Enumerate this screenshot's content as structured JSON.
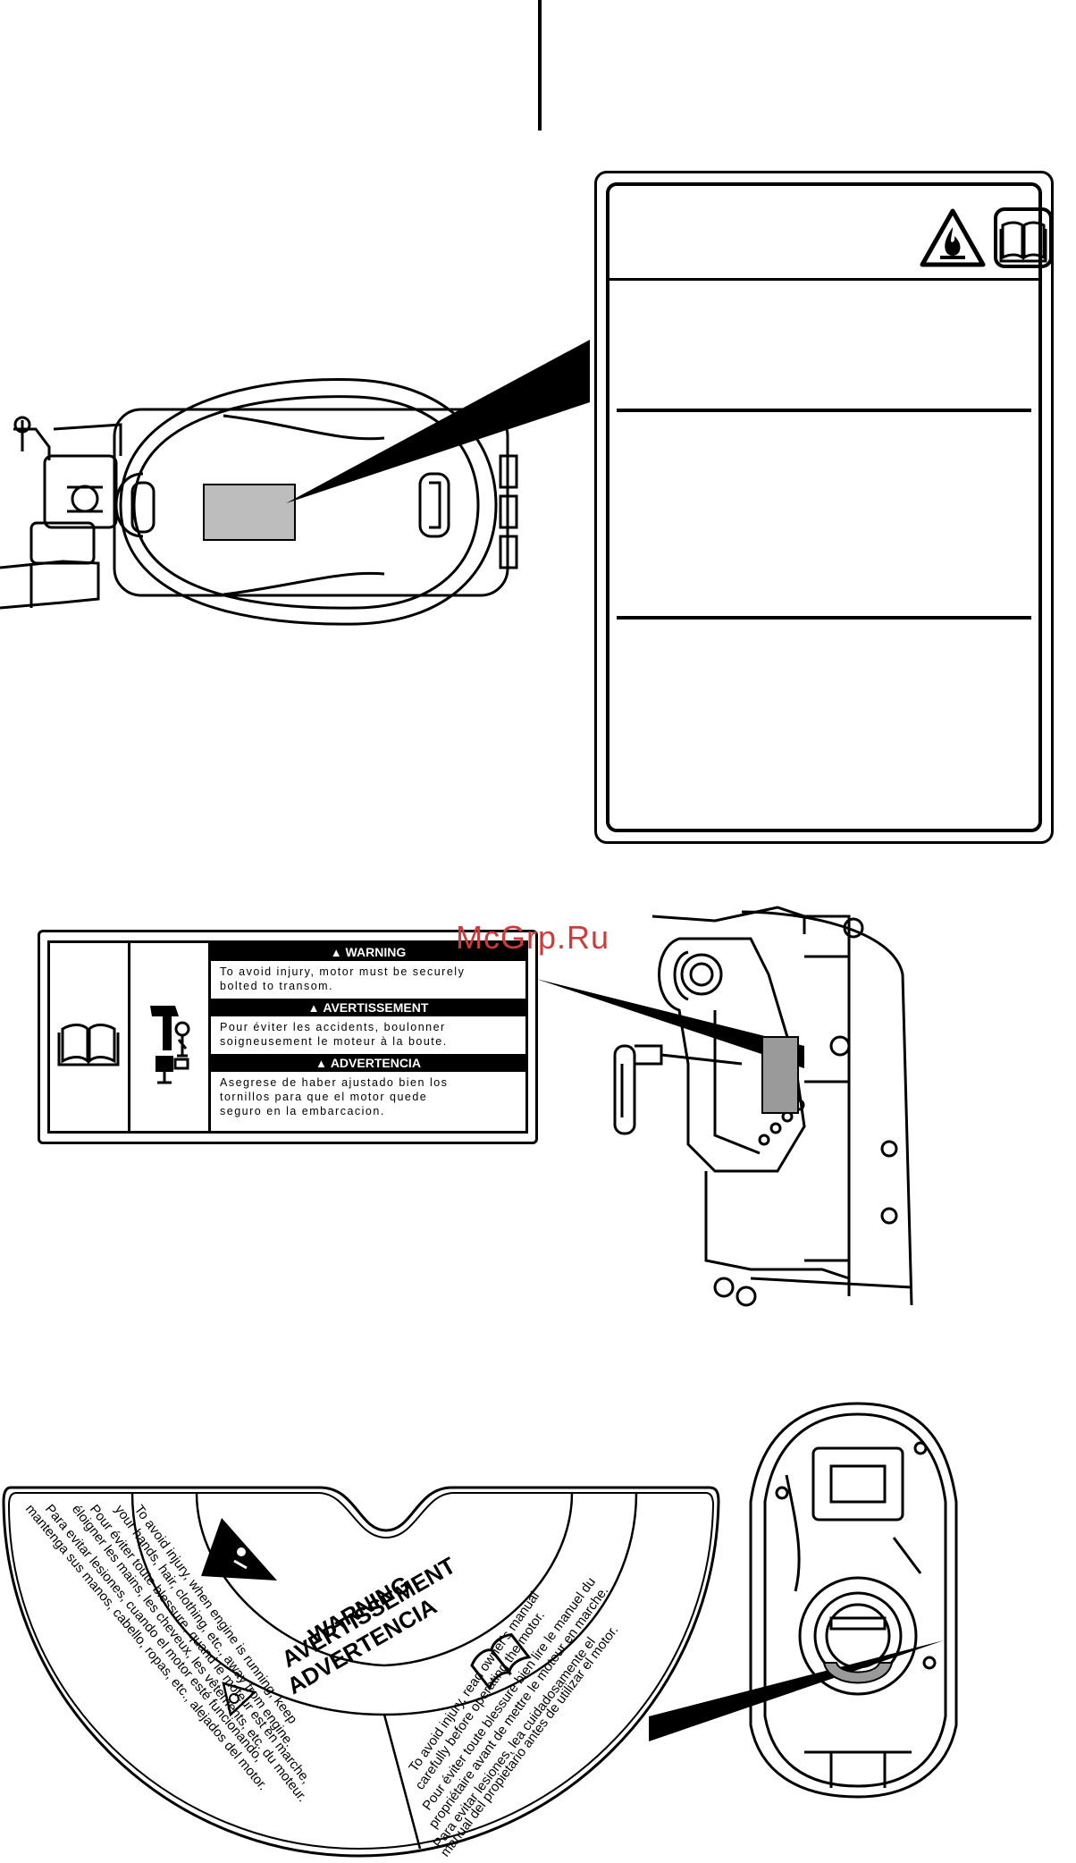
{
  "watermark": "McGrp.Ru",
  "warning_label_2": {
    "rows": [
      {
        "heading": "WARNING",
        "text_lines": [
          "To avoid injury, motor must be securely",
          "bolted to transom."
        ]
      },
      {
        "heading": "AVERTISSEMENT",
        "text_lines": [
          "Pour éviter les accidents, boulonner",
          "soigneusement le moteur à la boute."
        ]
      },
      {
        "heading": "ADVERTENCIA",
        "text_lines": [
          "Asegrese de haber ajustado bien los",
          "tornillos para que el motor quede",
          "seguro en la embarcacion."
        ]
      }
    ]
  },
  "warning_label_3": {
    "headings": [
      "WARNING",
      "AVERTISSEMENT",
      "ADVERTENCIA"
    ],
    "left_lines": [
      "To avoid injury, when engine is running, keep",
      "your hands, hair, clothing, etc., away from engine.",
      "Pour éviter toute blessure, quand le moteur est en marche,",
      "éloigner les mains, les cheveux, les vêtements, etc. du moteur.",
      "Para evitar lesiones, cuando el motor esté funcionando,",
      "mantenga sus manos, cabello, ropas, etc., alejados del motor."
    ],
    "right_lines": [
      "To avoid injury, read owner's manual",
      "carefully before operating the motor.",
      "Pour éviter toute blessure bien lire le manuel du",
      "propriétaire avant de mettre le moteur en marche.",
      "Para evitar lesiones, lea cuidadosamente el",
      "manual del propietario antes de utilizar el motor."
    ]
  },
  "icons": [
    "fire-warning-icon",
    "manual-book-icon",
    "transom-clamp-icon",
    "hand-warning-icon"
  ]
}
